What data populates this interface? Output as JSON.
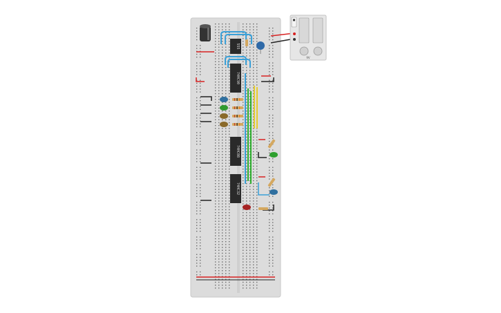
{
  "workspace": {
    "background": "#ffffff"
  },
  "breadboard": {
    "color": "#dcdcdc",
    "hole_color": "#6b6b6b",
    "rail_red": "#d82222",
    "rail_black": "#222222"
  },
  "chips": [
    {
      "label": "555",
      "icon": "ic-555-timer"
    },
    {
      "label": "74HC90",
      "icon": "ic-decade-counter"
    },
    {
      "label": "74HC08",
      "icon": "ic-and-gate"
    },
    {
      "label": "74HC32",
      "icon": "ic-or-gate"
    }
  ],
  "battery_pack": {
    "label": "9V",
    "cells": 2,
    "color": "#e6e6e6"
  },
  "leds": {
    "bank": [
      "#2f6f9f",
      "#2f9a2f",
      "#8a6a2a",
      "#8a6a2a"
    ],
    "outputs": [
      "#2fa02f",
      "#2f6f9f",
      "#a52222"
    ]
  },
  "wires": {
    "blue": "#3aa0d8",
    "green": "#2fb02f",
    "yellow": "#e6cc30",
    "red": "#d82222",
    "black": "#222222"
  }
}
